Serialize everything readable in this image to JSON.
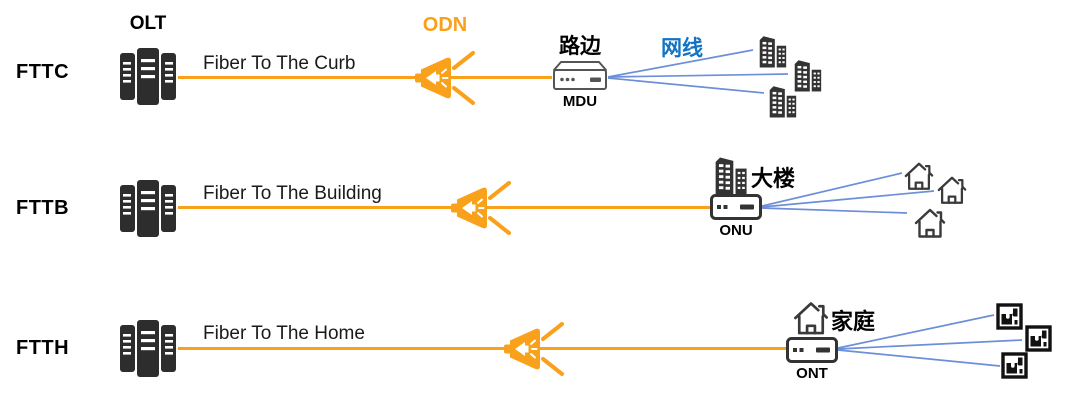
{
  "colors": {
    "fiber-orange": "#F9A11B",
    "cable-blue": "#6C8FD8",
    "label-blue": "#1272C4",
    "icon-dark": "#2D2D2D",
    "text-dark": "#1A1A1A"
  },
  "rows": [
    {
      "name": "FTTC",
      "olt": "OLT",
      "fiber": "Fiber To The Curb",
      "odn": "ODN",
      "site": "路边",
      "device": "MDU",
      "cable": "网线"
    },
    {
      "name": "FTTB",
      "fiber": "Fiber To The Building",
      "site": "大楼",
      "device": "ONU"
    },
    {
      "name": "FTTH",
      "fiber": "Fiber To The Home",
      "site": "家庭",
      "device": "ONT"
    }
  ]
}
